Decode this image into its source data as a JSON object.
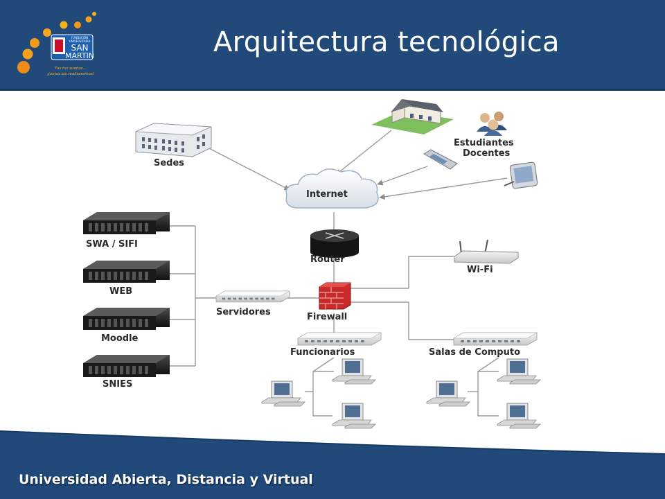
{
  "header": {
    "title": "Arquitectura tecnológica",
    "brand_color": "#21497a"
  },
  "logo": {
    "line1": "FUNDACIÓN",
    "line2": "UNIVERSITARIA",
    "line3": "SAN",
    "line4": "MARTIN",
    "slogan1": "Tus tus sueños...",
    "slogan2": "¡juntos los realizaremos!"
  },
  "diagram": {
    "nodes": {
      "sedes": "Sedes",
      "estudiantes": "Estudiantes",
      "docentes": "Docentes",
      "internet": "Internet",
      "router": "Router",
      "wifi": "Wi-Fi",
      "firewall": "Firewall",
      "servidores": "Servidores",
      "swa": "SWA / SIFI",
      "web": "WEB",
      "moodle": "Moodle",
      "snies": "SNIES",
      "funcionarios": "Funcionarios",
      "salas": "Salas de Computo"
    },
    "icons": [
      "building-icon",
      "house-icon",
      "users-icon",
      "cellphone-icon",
      "pda-icon",
      "cloud-icon",
      "router-icon",
      "firewall-icon",
      "switch-icon",
      "server-rack-icon",
      "wifi-access-point-icon",
      "desktop-computer-icon"
    ]
  },
  "footer": {
    "text": "Universidad Abierta, Distancia y Virtual"
  }
}
